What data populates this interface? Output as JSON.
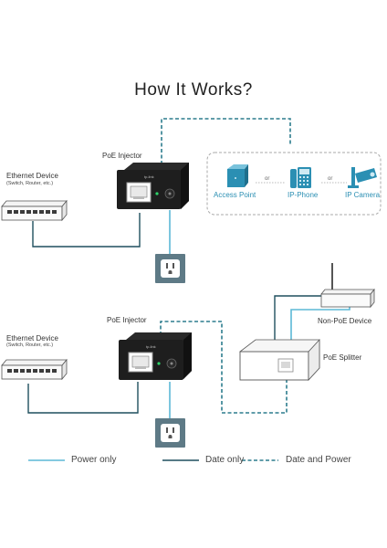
{
  "title": "How It Works?",
  "top_section": {
    "ethernet_device_label": "Ethernet Device",
    "ethernet_device_sub": "(Switch, Router, etc.)",
    "poe_injector_label": "PoE Injector",
    "poe_devices": [
      {
        "label": "Access Point",
        "icon": "access-point-icon"
      },
      {
        "label": "IP-Phone",
        "icon": "ip-phone-icon"
      },
      {
        "label": "IP Camera",
        "icon": "ip-camera-icon"
      }
    ],
    "separator": "or"
  },
  "bottom_section": {
    "ethernet_device_label": "Ethernet Device",
    "ethernet_device_sub": "(Switch, Router, etc.)",
    "poe_injector_label": "PoE Injector",
    "non_poe_device_label": "Non-PoE Device",
    "poe_splitter_label": "PoE Splitter"
  },
  "legend": [
    {
      "label": "Power only",
      "style": "solid",
      "color": "#5bb8d6"
    },
    {
      "label": "Date only",
      "style": "solid",
      "color": "#1f4f5e"
    },
    {
      "label": "Date and Power",
      "style": "dashed",
      "color": "#2d7d8e"
    }
  ],
  "colors": {
    "power_line": "#5bb8d6",
    "data_line": "#1f4f5e",
    "data_power_line": "#2d7d8e",
    "accent_blue": "#2b8fb3",
    "outlet_bg": "#5e7a86",
    "injector_body": "#1e1e1e"
  }
}
